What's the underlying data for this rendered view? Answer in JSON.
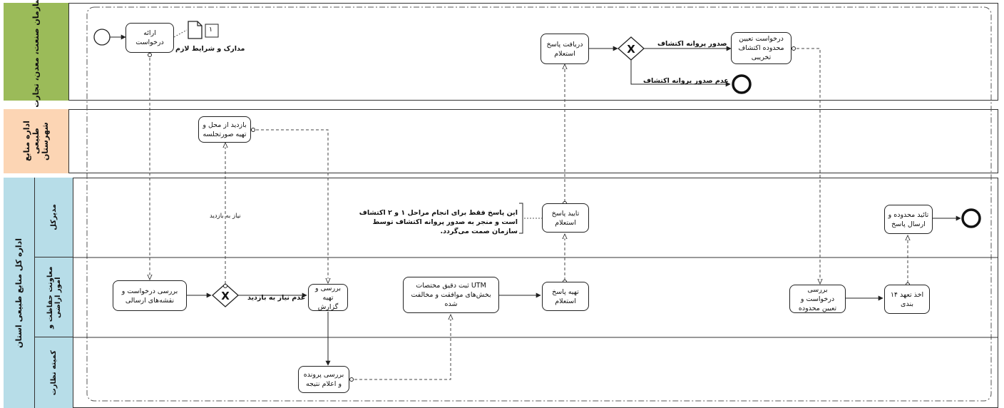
{
  "pools": {
    "p1": {
      "label": "سازمان صنعت، معدن، تجارت",
      "color": "#9bbb59"
    },
    "p2": {
      "label": "اداره منابع طبیعی شهرستان",
      "color": "#fcd5b4"
    },
    "p3": {
      "label": "اداره کل منابع طبیعی استان",
      "color": "#b7dde8",
      "lanes": {
        "l1": "مدیرکل",
        "l2": "معاونت حفاظت و امور اراضی",
        "l3": "کمیته نظارت"
      }
    }
  },
  "tasks": {
    "submit_request": "ارائه درخواست",
    "receive_reply": "دریافت پاسخ استعلام",
    "request_determine": "درخواست تعیین محدوده اکتشاف تخریبی",
    "visit_site": "بازدید از محل و تهیه صورتجلسه",
    "confirm_reply": "تایید پاسخ استعلام",
    "confirm_area": "تائید محدوده و ارسال پاسخ",
    "review_request": "بررسی درخواست و نقشه‌های ارسالی",
    "review_report": "بررسی و تهیه گزارش",
    "record_utm": "ثبت دقیق مختصات UTM بخش‌های موافقت و مخالفت شده",
    "prepare_reply": "تهیه پاسخ استعلام",
    "review_determine": "بررسی درخواست و تعیین محدوده",
    "get_commitment": "اخذ تعهد ۱۴ بندی",
    "review_file": "بررسی پرونده و اعلام نتیجه"
  },
  "labels": {
    "documents": "مدارک و شرایط لازم",
    "doc_number": "۱",
    "issue_license": "صدور پروانه اکتشاف",
    "no_issue_license": "عدم صدور پروانه اکتشاف",
    "need_visit": "نیاز به بازدید",
    "no_need_visit": "عدم نیاز به بازدید",
    "note": "این پاسخ فقط برای انجام مراحل ۱ و ۲ اکتشاف است و منجر به صدور پروانه اکتشاف توسط سازمان صمت می‌گردد."
  }
}
